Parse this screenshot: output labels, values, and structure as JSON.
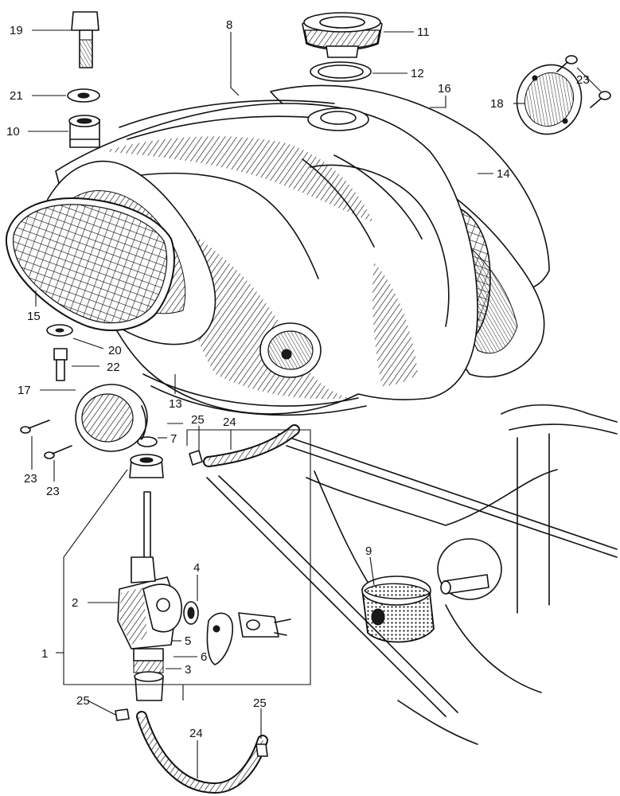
{
  "callouts": {
    "c1": "1",
    "c2": "2",
    "c3": "3",
    "c4": "4",
    "c5": "5",
    "c6": "6",
    "c7": "7",
    "c8": "8",
    "c9": "9",
    "c10": "10",
    "c11": "11",
    "c12": "12",
    "c13": "13",
    "c14": "14",
    "c15": "15",
    "c16": "16",
    "c17": "17",
    "c18": "18",
    "c19": "19",
    "c20": "20",
    "c21": "21",
    "c22": "22",
    "c23a": "23",
    "c23b": "23",
    "c23c": "23",
    "c24a": "24",
    "c24b": "24",
    "c25a": "25",
    "c25b": "25",
    "c25c": "25"
  }
}
